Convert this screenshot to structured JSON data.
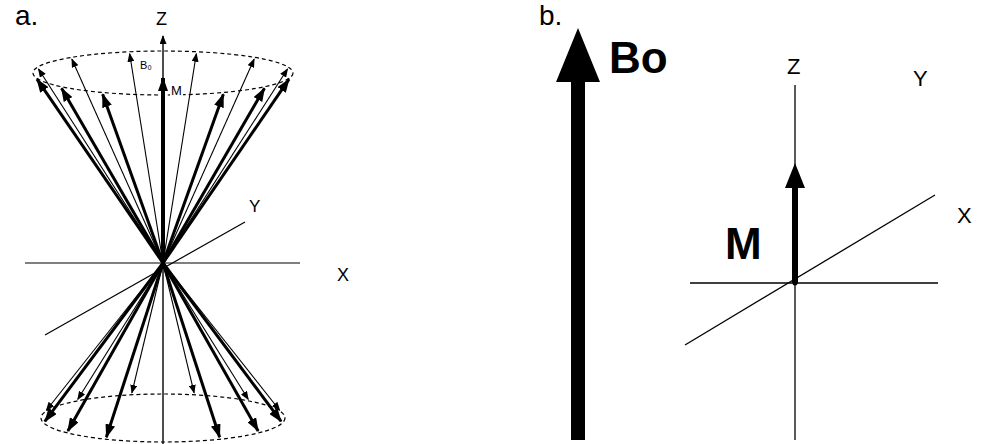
{
  "diagram": {
    "labels": [
      "a.",
      "Z",
      "B₀",
      "M",
      "Y",
      "X",
      "b.",
      "Bo",
      "Z",
      "Y",
      "M",
      "X"
    ]
  }
}
